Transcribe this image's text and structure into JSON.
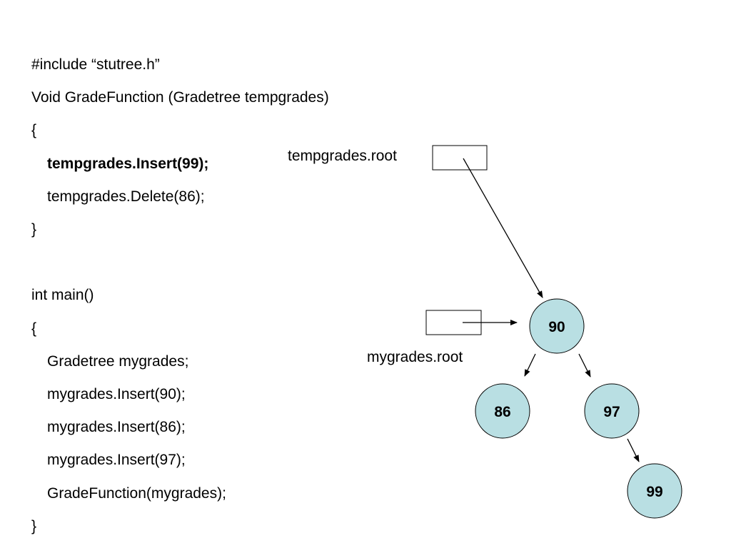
{
  "code": {
    "lines": [
      {
        "text": "#include “stutree.h”",
        "bold": false,
        "indent": false
      },
      {
        "text": "Void GradeFunction (Gradetree tempgrades)",
        "bold": false,
        "indent": false
      },
      {
        "text": "{",
        "bold": false,
        "indent": false
      },
      {
        "text": "tempgrades.Insert(99);",
        "bold": true,
        "indent": true
      },
      {
        "text": "tempgrades.Delete(86);",
        "bold": false,
        "indent": true
      },
      {
        "text": "}",
        "bold": false,
        "indent": false
      },
      {
        "text": "",
        "bold": false,
        "indent": false
      },
      {
        "text": "int main()",
        "bold": false,
        "indent": false
      },
      {
        "text": "{",
        "bold": false,
        "indent": false
      },
      {
        "text": "Gradetree mygrades;",
        "bold": false,
        "indent": true
      },
      {
        "text": "mygrades.Insert(90);",
        "bold": false,
        "indent": true
      },
      {
        "text": "mygrades.Insert(86);",
        "bold": false,
        "indent": true
      },
      {
        "text": "mygrades.Insert(97);",
        "bold": false,
        "indent": true
      },
      {
        "text": "GradeFunction(mygrades);",
        "bold": false,
        "indent": true
      },
      {
        "text": "}",
        "bold": false,
        "indent": false
      }
    ]
  },
  "diagram": {
    "pointers": [
      {
        "label": "tempgrades.root",
        "points_to": "90"
      },
      {
        "label": "mygrades.root",
        "points_to": "90"
      }
    ],
    "nodes": [
      {
        "value": "90",
        "parent": null
      },
      {
        "value": "86",
        "parent": "90"
      },
      {
        "value": "97",
        "parent": "90"
      },
      {
        "value": "99",
        "parent": "97"
      }
    ],
    "node_fill": "#b9dfe3",
    "stroke": "#000000"
  }
}
